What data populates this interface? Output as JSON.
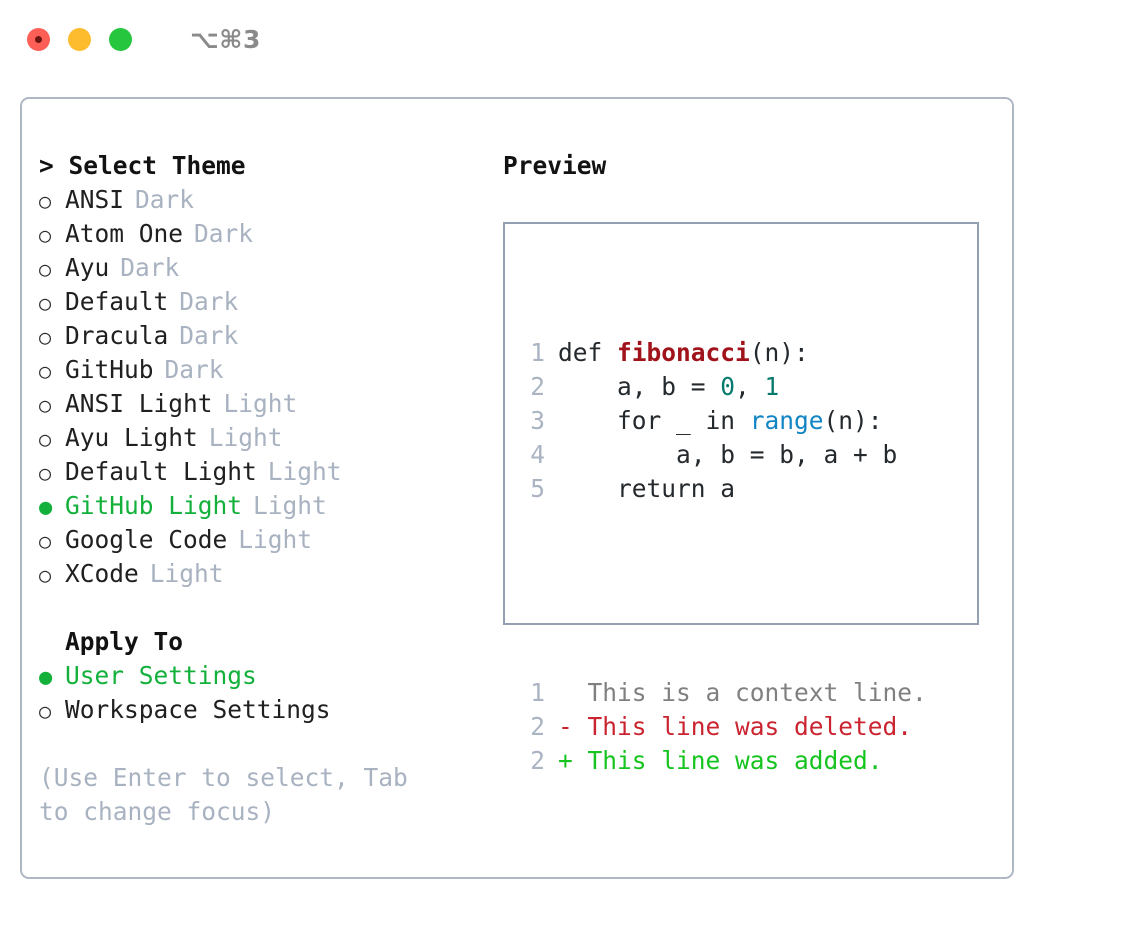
{
  "titlebar": {
    "shortcut": "⌥⌘3",
    "dots": [
      {
        "name": "close",
        "color": "#fd5f56"
      },
      {
        "name": "minimize",
        "color": "#fdbc2d"
      },
      {
        "name": "maximize",
        "color": "#27c63f"
      }
    ]
  },
  "theme_picker": {
    "heading": "> Select Theme",
    "bullet_unselected": "○",
    "bullet_selected": "●",
    "items": [
      {
        "label": "ANSI",
        "tag": "Dark",
        "selected": false
      },
      {
        "label": "Atom One",
        "tag": "Dark",
        "selected": false
      },
      {
        "label": "Ayu",
        "tag": "Dark",
        "selected": false
      },
      {
        "label": "Default",
        "tag": "Dark",
        "selected": false
      },
      {
        "label": "Dracula",
        "tag": "Dark",
        "selected": false
      },
      {
        "label": "GitHub",
        "tag": "Dark",
        "selected": false
      },
      {
        "label": "ANSI Light",
        "tag": "Light",
        "selected": false
      },
      {
        "label": "Ayu Light",
        "tag": "Light",
        "selected": false
      },
      {
        "label": "Default Light",
        "tag": "Light",
        "selected": false
      },
      {
        "label": "GitHub Light",
        "tag": "Light",
        "selected": true
      },
      {
        "label": "Google Code",
        "tag": "Light",
        "selected": false
      },
      {
        "label": "XCode",
        "tag": "Light",
        "selected": false
      }
    ]
  },
  "apply_to": {
    "heading": "Apply To",
    "items": [
      {
        "label": "User Settings",
        "selected": true
      },
      {
        "label": "Workspace Settings",
        "selected": false
      }
    ]
  },
  "hint": "(Use Enter to select, Tab to change focus)",
  "preview": {
    "heading": "Preview",
    "code_lines": [
      {
        "num": "1",
        "tokens": [
          {
            "t": "def ",
            "k": "plain"
          },
          {
            "t": "fibonacci",
            "k": "fn"
          },
          {
            "t": "(n):",
            "k": "plain"
          }
        ]
      },
      {
        "num": "2",
        "tokens": [
          {
            "t": "    a, b = ",
            "k": "plain"
          },
          {
            "t": "0",
            "k": "num"
          },
          {
            "t": ", ",
            "k": "plain"
          },
          {
            "t": "1",
            "k": "num"
          }
        ]
      },
      {
        "num": "3",
        "tokens": [
          {
            "t": "    for _ in ",
            "k": "plain"
          },
          {
            "t": "range",
            "k": "builtin"
          },
          {
            "t": "(n):",
            "k": "plain"
          }
        ]
      },
      {
        "num": "4",
        "tokens": [
          {
            "t": "        a, b = b, a + b",
            "k": "plain"
          }
        ]
      },
      {
        "num": "5",
        "tokens": [
          {
            "t": "    return a",
            "k": "plain"
          }
        ]
      }
    ],
    "diff_lines": [
      {
        "num": "1",
        "marker": " ",
        "text": " This is a context line.",
        "kind": "context"
      },
      {
        "num": "2",
        "marker": "-",
        "text": " This line was deleted.",
        "kind": "deleted"
      },
      {
        "num": "2",
        "marker": "+",
        "text": " This line was added.",
        "kind": "added"
      }
    ]
  },
  "colors": {
    "accent_green": "#13b13b",
    "muted": "#a8b2c0",
    "panel_border": "#aeb7c4",
    "preview_border": "#93a0b1",
    "diff_added": "#16c41f",
    "diff_deleted": "#cb2431",
    "diff_context": "#808080",
    "token_function": "#a0131a",
    "token_number": "#067a6e",
    "token_builtin": "#1184c4"
  }
}
